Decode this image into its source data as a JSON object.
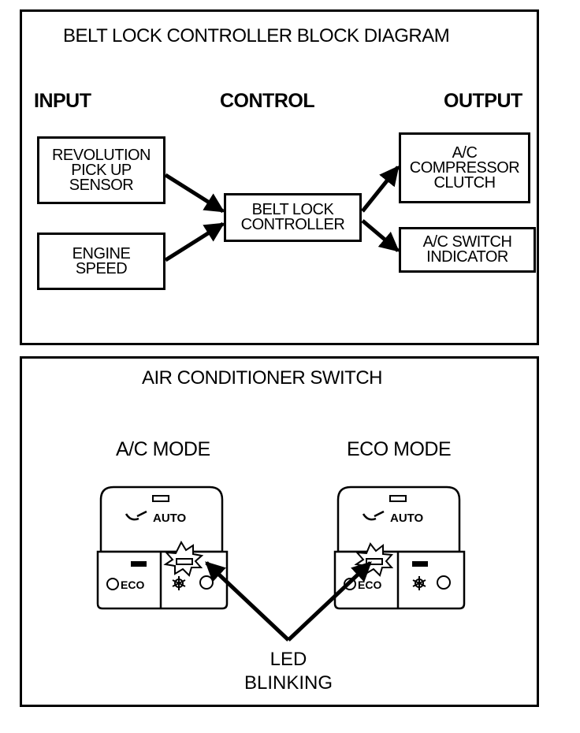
{
  "block_diagram": {
    "title": "BELT LOCK CONTROLLER BLOCK DIAGRAM",
    "headings": {
      "input": "INPUT",
      "control": "CONTROL",
      "output": "OUTPUT"
    },
    "blocks": {
      "revolution_sensor": "REVOLUTION\nPICK UP\nSENSOR",
      "engine_speed": "ENGINE\nSPEED",
      "controller": "BELT LOCK\nCONTROLLER",
      "compressor_clutch": "A/C\nCOMPRESSOR\nCLUTCH",
      "switch_indicator": "A/C SWITCH\nINDICATOR"
    }
  },
  "switch_section": {
    "title": "AIR CONDITIONER SWITCH",
    "modes": {
      "ac": "A/C MODE",
      "eco": "ECO MODE"
    },
    "switch_labels": {
      "auto": "AUTO",
      "eco": "ECO"
    },
    "led_label": "LED\nBLINKING"
  }
}
